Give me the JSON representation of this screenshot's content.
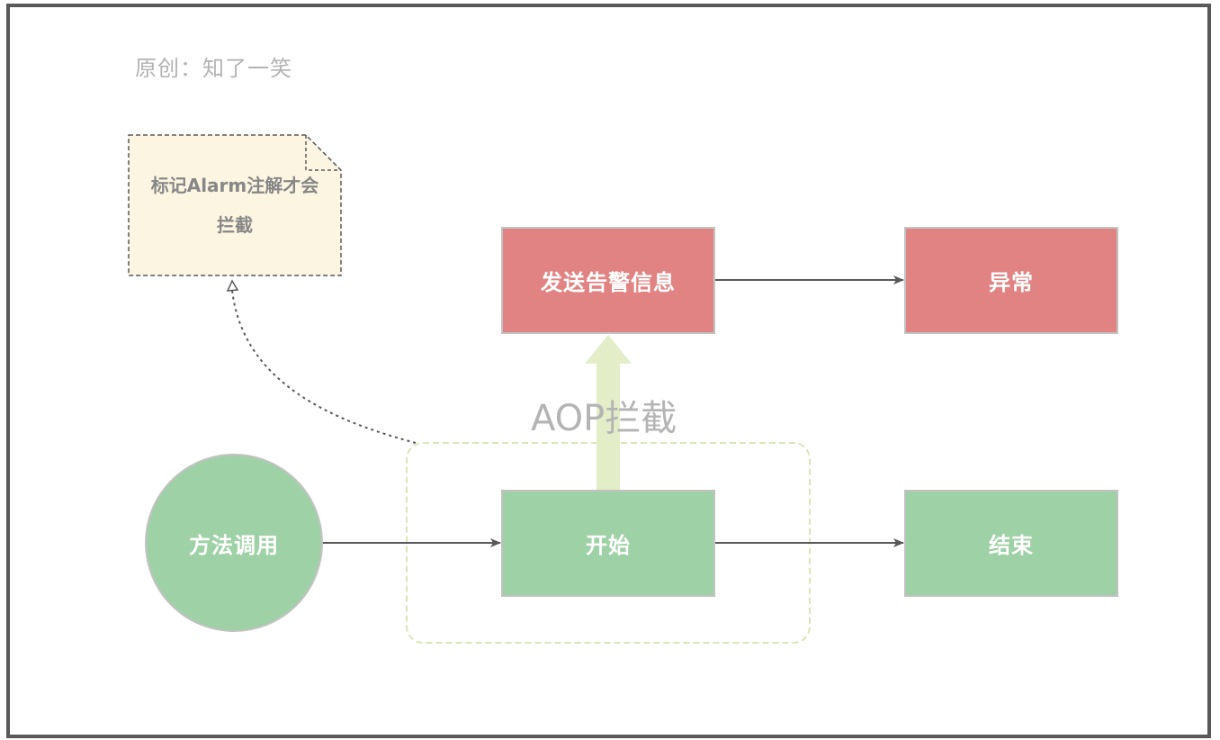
{
  "watermark": "原创：知了一笑",
  "note": {
    "line1": "标记Alarm注解才会",
    "line2": "拦截"
  },
  "nodes": {
    "method_call": "方法调用",
    "start": "开始",
    "end": "结束",
    "send_alert": "发送告警信息",
    "exception": "异常"
  },
  "aop_label": "AOP拦截",
  "colors": {
    "red_node": "#e28383",
    "green_node": "#9fd1a6",
    "note_fill": "#fcf5e1",
    "aop_arrow": "#e3edc8",
    "group_border": "#d9e6b5",
    "edge": "#595959"
  }
}
